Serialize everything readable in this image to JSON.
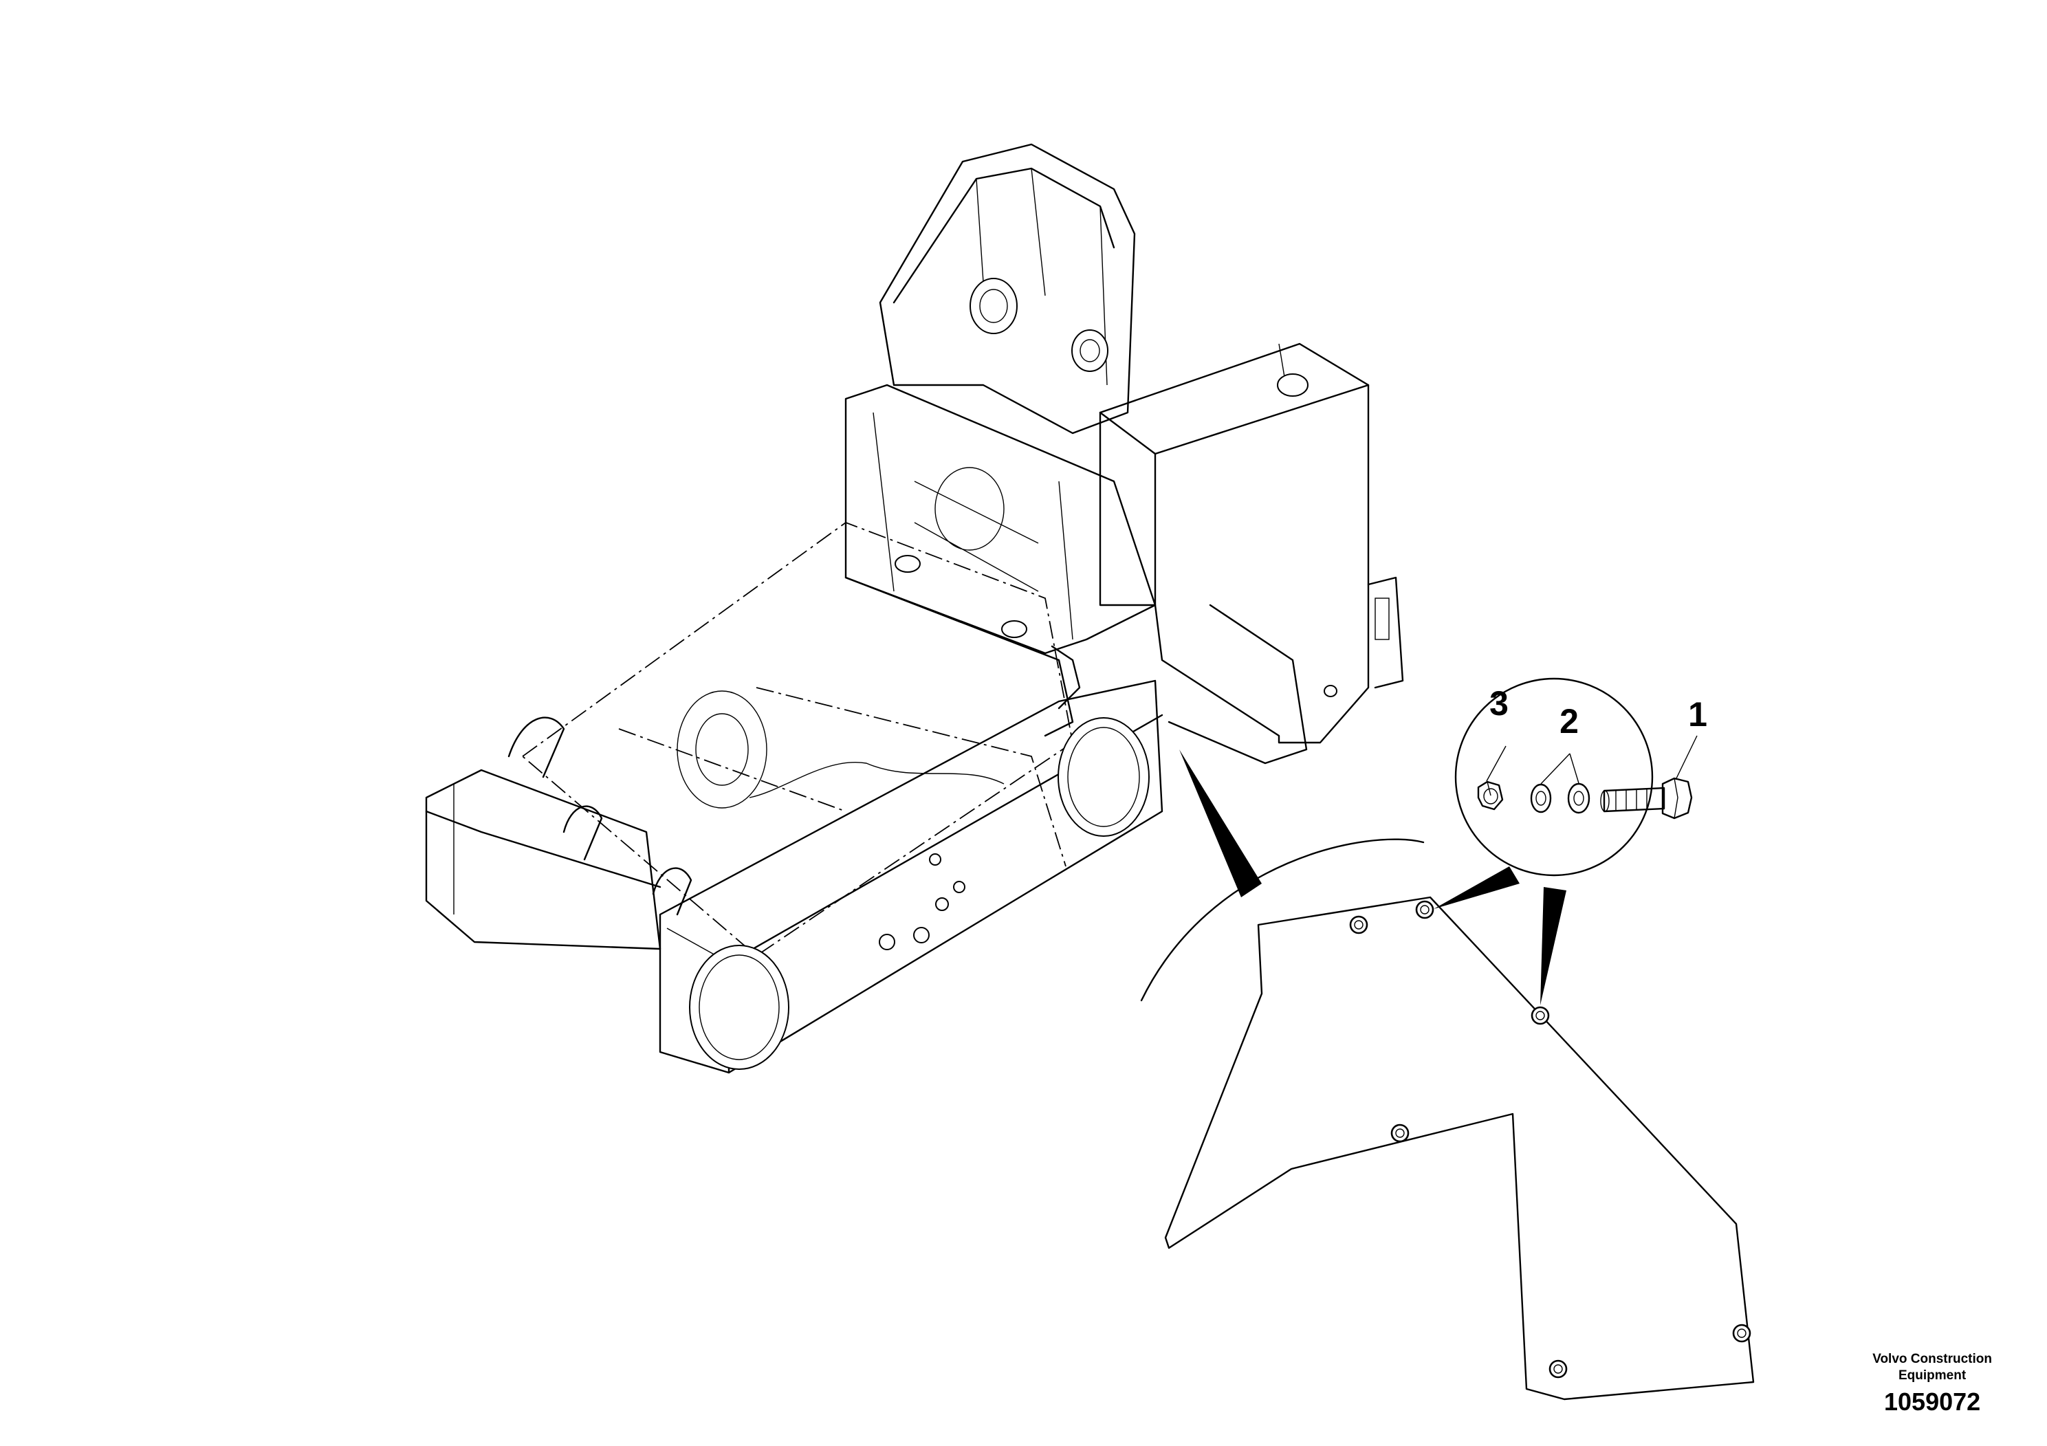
{
  "callouts": [
    {
      "number": "1",
      "part": "screw"
    },
    {
      "number": "2",
      "part": "washer"
    },
    {
      "number": "3",
      "part": "nut"
    }
  ],
  "footer": {
    "company_line1": "Volvo Construction",
    "company_line2": "Equipment",
    "drawing_number": "1059072"
  }
}
